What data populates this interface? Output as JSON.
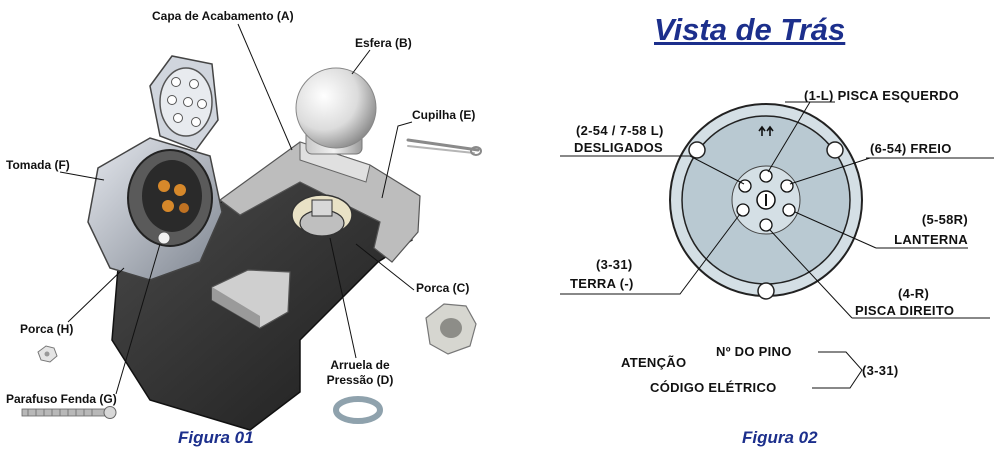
{
  "figure1": {
    "caption": "Figura 01",
    "labels": {
      "capa": "Capa de Acabamento (A)",
      "esfera": "Esfera (B)",
      "cupilha": "Cupilha (E)",
      "tomada": "Tomada (F)",
      "porca_c": "Porca (C)",
      "porca_h": "Porca (H)",
      "arruela_1": "Arruela de",
      "arruela_2": "Pressão (D)",
      "parafuso": "Parafuso Fenda (G)"
    }
  },
  "figure2": {
    "title": "Vista de Trás",
    "caption": "Figura 02",
    "pins": {
      "pisca_esquerdo": "(1-L) PISCA ESQUERDO",
      "desligados_1": "(2-54 / 7-58 L)",
      "desligados_2": "DESLIGADOS",
      "freio": "(6-54) FREIO",
      "lanterna_1": "(5-58R)",
      "lanterna_2": "LANTERNA",
      "terra_1": "(3-31)",
      "terra_2": "TERRA (-)",
      "pisca_direito_1": "(4-R)",
      "pisca_direito_2": "PISCA DIREITO"
    },
    "legend": {
      "atencao": "ATENÇÃO",
      "pino": "Nº DO PINO",
      "codigo": "CÓDIGO ELÉTRICO",
      "exemplo": "(3-31)"
    },
    "colors": {
      "face": "#b9c9d2",
      "ring": "#d4dfe5",
      "title": "#1c2f8c"
    }
  }
}
